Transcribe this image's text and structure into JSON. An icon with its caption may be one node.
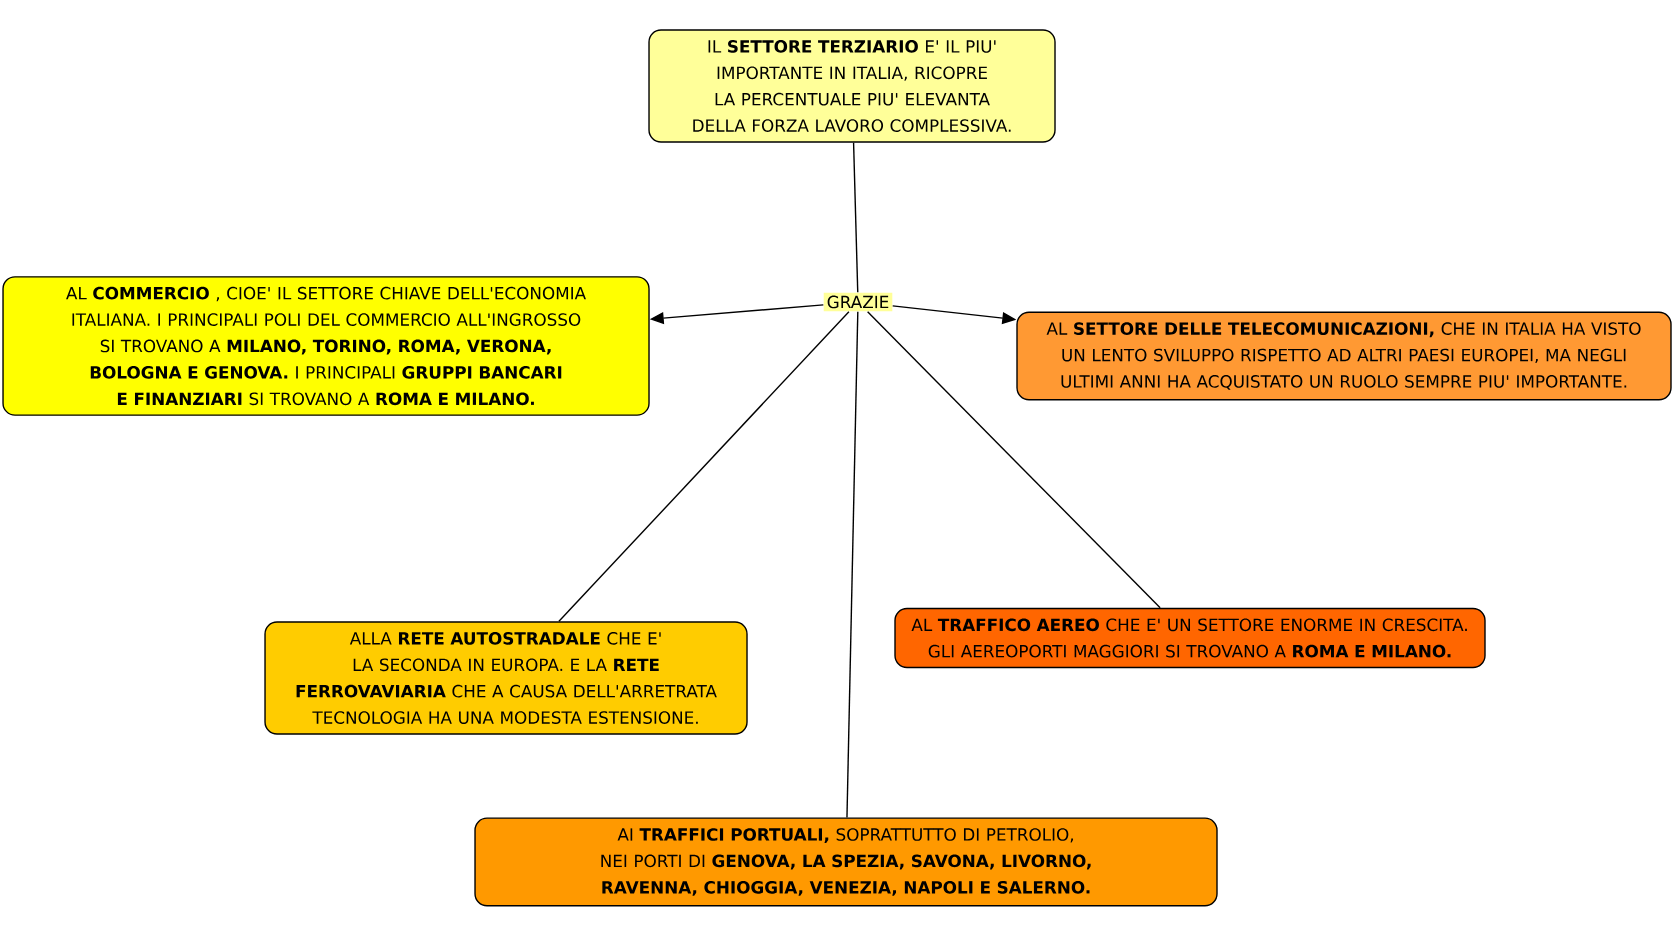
{
  "diagram": {
    "nodes": [
      {
        "text": [
          "IL **SETTORE TERZIARIO** E' IL PIU' IMPORTANTE IN ITALIA, RICOPRE LA PERCENTUALE PIU' ELEVANTA DELLA FORZA LAVORO COMPLESSIVA."
        ]
      },
      {
        "text": [
          "GRAZIE"
        ]
      },
      {
        "text": [
          "AL **COMMERCIO** , CIOE' IL SETTORE CHIAVE DELL'ECONOMIA ITALIANA. I PRINCIPALI POLI DEL COMMERCIO ALL'INGROSSO SI TROVANO A **MILANO, TORINO, ROMA, VERONA, BOLOGNA E GENOVA.** I PRINCIPALI **GRUPPI BANCARI E FINANZIARI** SI TROVANO A **ROMA E MILANO.**"
        ]
      },
      {
        "text": [
          "AL **SETTORE DELLE TELECOMUNICAZIONI,** CHE IN ITALIA HA VISTO UN LENTO SVILUPPO RISPETTO AD ALTRI PAESI EUROPEI, MA NEGLI ULTIMI ANNI HA ACQUISTATO UN RUOLO SEMPRE PIU' IMPORTANTE."
        ]
      },
      {
        "text": [
          "ALLA **RETE AUTOSTRADALE** CHE E' LA SECONDA IN EUROPA. E LA **RETE FERROVAVIARIA** CHE A CAUSA DELL'ARRETRATA TECNOLOGIA HA UNA MODESTA ESTENSIONE."
        ]
      },
      {
        "text": [
          "AL **TRAFFICO AEREO** CHE E' UN SETTORE ENORME IN CRESCITA. GLI AEREOPORTI MAGGIORI SI TROVANO A **ROMA E MILANO.**"
        ]
      },
      {
        "text": [
          "AI **TRAFFICI PORTUALI,** SOPRATTUTTO DI PETROLIO, NEI PORTI DI **GENOVA, LA SPEZIA, SAVONA, LIVORNO, RAVENNA, CHIOGGIA, VENEZIA, NAPOLI E SALERNO.**"
        ]
      }
    ],
    "edges": [
      {
        "from": 0,
        "to": 1,
        "arrow": "none"
      },
      {
        "from": 1,
        "to": 2,
        "arrow": "to"
      },
      {
        "from": 1,
        "to": 3,
        "arrow": "to"
      },
      {
        "from": 1,
        "to": 4,
        "arrow": "none"
      },
      {
        "from": 1,
        "to": 5,
        "arrow": "none"
      },
      {
        "from": 1,
        "to": 6,
        "arrow": "none"
      }
    ]
  }
}
